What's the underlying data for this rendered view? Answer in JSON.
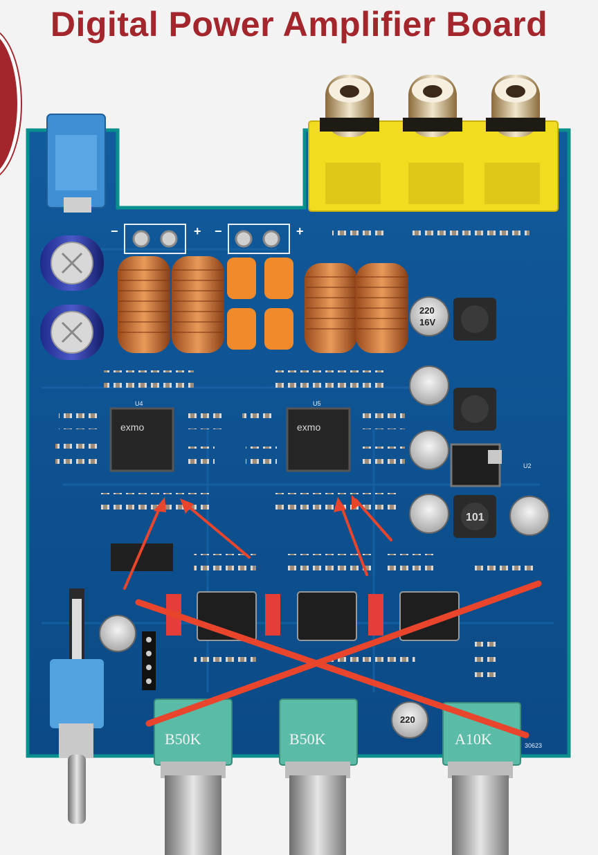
{
  "header": {
    "title": "Digital Power Amplifier Board"
  },
  "colors": {
    "title": "#a3262c",
    "board": "#0d4f8f",
    "board_edge": "#0a8f8f",
    "rca_housing": "#f2dc1f",
    "arrow": "#e8452c"
  },
  "board": {
    "chips": [
      {
        "ref": "U4",
        "brand": "exmo"
      },
      {
        "ref": "U5",
        "brand": "exmo"
      }
    ],
    "regulator": {
      "ref": "U2"
    },
    "potentiometers": [
      {
        "label": "B50K"
      },
      {
        "label": "B50K"
      },
      {
        "label": "A10K"
      }
    ],
    "capacitor_markings": {
      "large": "220",
      "small": [
        "220",
        "16V"
      ]
    },
    "inductor_marking": "101",
    "pcb_code": "30623",
    "terminal_signs": [
      "−",
      "+",
      "−",
      "+"
    ]
  }
}
